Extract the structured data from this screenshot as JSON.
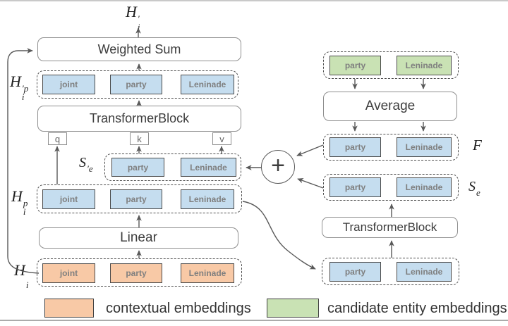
{
  "colors": {
    "contextual_fill": "#f8c9a6",
    "candidate_fill": "#c9e2b4",
    "projected_fill": "#c5ddef"
  },
  "diagram": {
    "left": {
      "output_label": {
        "base": "H",
        "sup": "′",
        "sub": "i"
      },
      "weighted_sum": "Weighted Sum",
      "hpp_label": {
        "base": "H",
        "sup": "′p",
        "sub": "i"
      },
      "hpp_tokens": [
        "joint",
        "party",
        "Leninade"
      ],
      "transformer_block": "TransformerBlock",
      "q": "q",
      "k": "k",
      "v": "v",
      "sprime_label": {
        "base": "S",
        "sup": "′e"
      },
      "sprime_tokens": [
        "party",
        "Leninade"
      ],
      "hp_label": {
        "base": "H",
        "sup": "p",
        "sub": "i"
      },
      "hp_tokens": [
        "joint",
        "party",
        "Leninade"
      ],
      "linear": "Linear",
      "h_label": {
        "base": "H",
        "sub": "i"
      },
      "h_tokens": [
        "joint",
        "party",
        "Leninade"
      ]
    },
    "right": {
      "candidate_tokens": [
        "party",
        "Leninade"
      ],
      "average": "Average",
      "f_label": {
        "base": "F"
      },
      "f_tokens": [
        "party",
        "Leninade"
      ],
      "se_label": {
        "base": "S",
        "sup": "e"
      },
      "se_tokens": [
        "party",
        "Leninade"
      ],
      "transformer_block": "TransformerBlock",
      "input_tokens": [
        "party",
        "Leninade"
      ],
      "plus": "+"
    },
    "legend": {
      "contextual": "contextual embeddings",
      "candidate": "candidate entity embeddings"
    }
  }
}
